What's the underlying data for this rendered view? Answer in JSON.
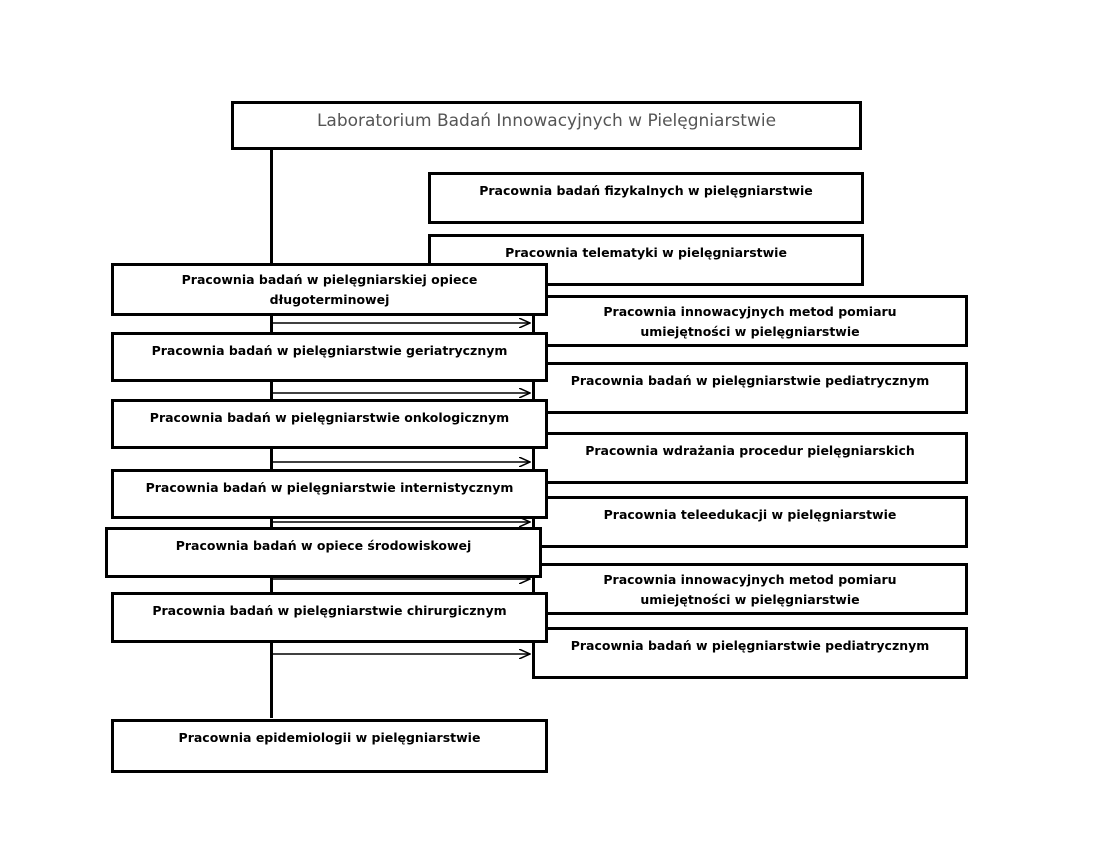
{
  "root": {
    "label": "Laboratorium Badań Innowacyjnych w Pielęgniarstwie"
  },
  "right_units": [
    {
      "label": "Pracownia badań fizykalnych w pielęgniarstwie"
    },
    {
      "label": "Pracownia telematyki w pielęgniarstwie"
    },
    {
      "label": "Pracownia innowacyjnych metod pomiaru umiejętności w pielęgniarstwie"
    },
    {
      "label": "Pracownia badań w pielęgniarstwie pediatrycznym"
    },
    {
      "label": "Pracownia wdrażania procedur pielęgniarskich"
    },
    {
      "label": "Pracownia teleedukacji w pielęgniarstwie"
    },
    {
      "label": "Pracownia innowacyjnych metod pomiaru umiejętności w pielęgniarstwie"
    },
    {
      "label": "Pracownia badań w pielęgniarstwie pediatrycznym"
    }
  ],
  "left_units": [
    {
      "label": "Pracownia badań w pielęgniarskiej opiece długoterminowej"
    },
    {
      "label": "Pracownia badań w pielęgniarstwie geriatrycznym"
    },
    {
      "label": "Pracownia badań w pielęgniarstwie onkologicznym"
    },
    {
      "label": "Pracownia badań w pielęgniarstwie internistycznym"
    },
    {
      "label": "Pracownia badań w opiece środowiskowej"
    },
    {
      "label": "Pracownia badań w pielęgniarstwie chirurgicznym"
    },
    {
      "label": "Pracownia epidemiologii w pielęgniarstwie"
    }
  ]
}
